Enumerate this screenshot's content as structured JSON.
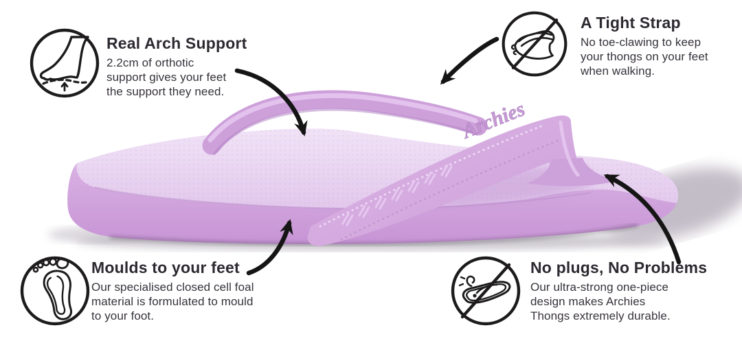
{
  "page": {
    "background_color": "#ffffff",
    "description_tag": "product-feature-infographic"
  },
  "product": {
    "item": "arch-support-thong-sandal",
    "logo_text": "Archies",
    "colors": {
      "sole_wall": "#cf9fdb",
      "sole_wall_light": "#e0bde9",
      "footbed_deck": "#ecd9f3",
      "strap": "#d6abe1",
      "strap_emboss": "#c496d3",
      "shadow": "#aaa1b0",
      "arrow": "#151515",
      "title_text": "#2d2930",
      "body_text": "#36323a",
      "icon_line": "#1d1b1c"
    }
  },
  "callouts": [
    {
      "id": "arch-support",
      "icon": "foot-arch-support-icon",
      "title": "Real Arch Support",
      "body_lines": [
        "2.2cm of orthotic",
        "support gives your feet",
        "the support they need."
      ]
    },
    {
      "id": "tight-strap",
      "icon": "no-toe-clawing-icon",
      "title": "A Tight Strap",
      "body_lines": [
        "No toe-clawing to keep",
        "your thongs on your feet",
        "when walking."
      ]
    },
    {
      "id": "moulds-to-feet",
      "icon": "footprint-icon",
      "title": "Moulds to your feet",
      "body_lines": [
        "Our specialised closed cell foal",
        "material is formulated to mould",
        "to your foot."
      ]
    },
    {
      "id": "no-plugs",
      "icon": "no-plugs-crossed-icon",
      "title": "No plugs, No Problems",
      "body_lines": [
        "Our ultra-strong one-piece",
        "design makes Archies",
        "Thongs extremely durable."
      ]
    }
  ]
}
